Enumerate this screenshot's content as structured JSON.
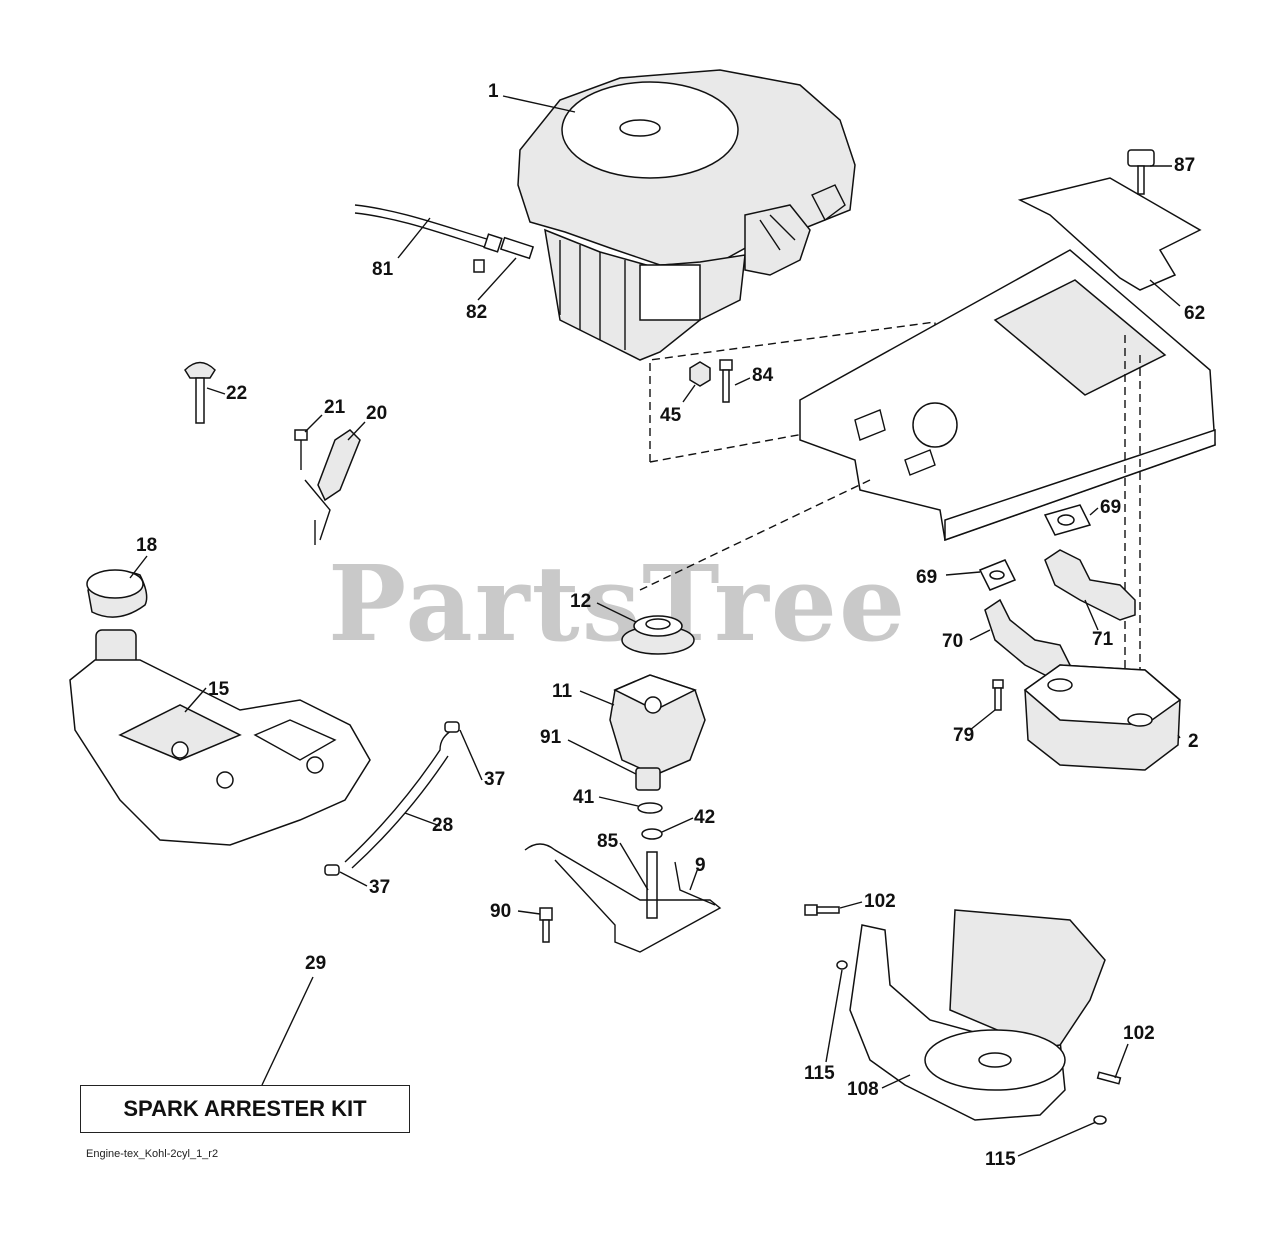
{
  "watermark": "PartsTree",
  "kit_label": "SPARK ARRESTER KIT",
  "figure_id": "Engine-tex_Kohl-2cyl_1_r2",
  "callouts": [
    "1",
    "81",
    "82",
    "84",
    "45",
    "87",
    "62",
    "22",
    "21",
    "20",
    "18",
    "15",
    "12",
    "11",
    "91",
    "41",
    "42",
    "85",
    "9",
    "90",
    "37",
    "28",
    "29",
    "69",
    "70",
    "71",
    "79",
    "2",
    "102",
    "115",
    "108"
  ]
}
